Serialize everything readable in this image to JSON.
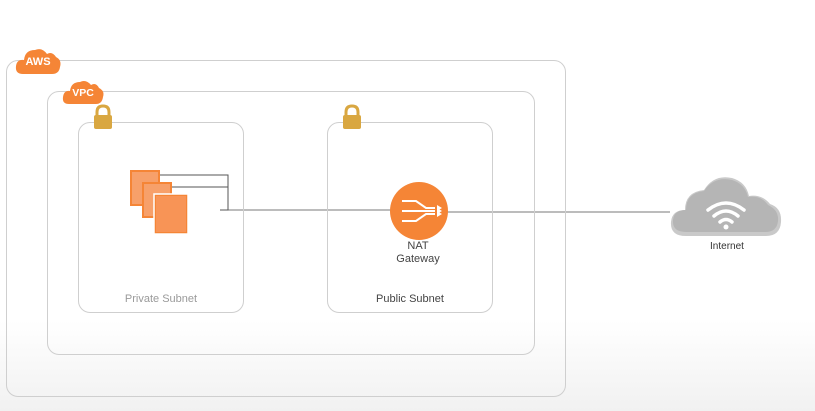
{
  "diagram": {
    "aws_label": "AWS",
    "vpc_label": "VPC",
    "private_subnet_label": "Private Subnet",
    "public_subnet_label": "Public Subnet",
    "nat_label_line1": "NAT",
    "nat_label_line2": "Gateway",
    "internet_label": "Internet"
  },
  "colors": {
    "aws_orange": "#f58536",
    "lock_gold": "#d9a741",
    "cloud_grey": "#b5b5b5",
    "border_grey": "#cfcfcf"
  },
  "icons": {
    "aws_badge": "aws-cloud-badge-icon",
    "vpc_badge": "vpc-cloud-badge-icon",
    "lock": "padlock-icon",
    "instances": "ec2-instances-icon",
    "nat": "nat-gateway-icon",
    "internet": "internet-cloud-icon"
  }
}
